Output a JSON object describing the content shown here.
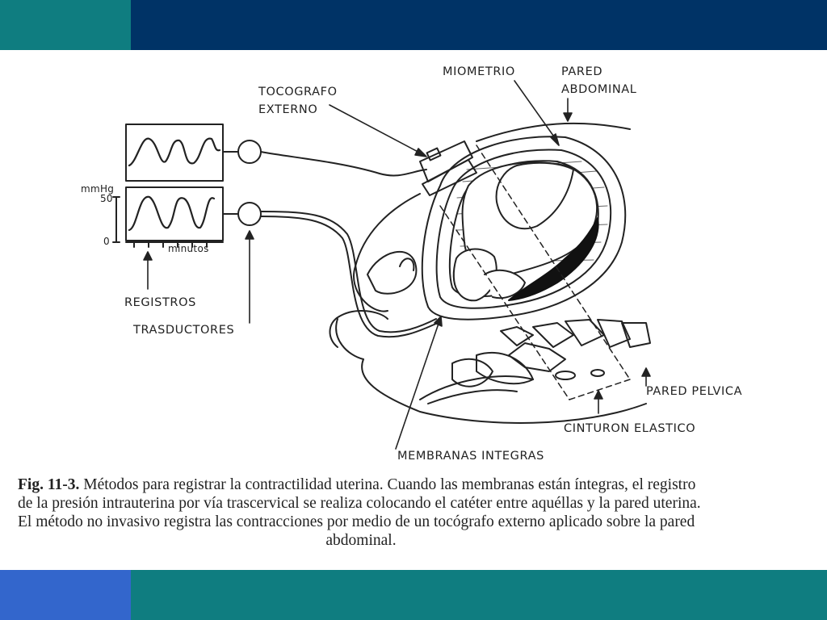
{
  "colors": {
    "top_left": "#0f7d80",
    "top_right": "#003366",
    "bottom_left": "#3366cc",
    "bottom_right": "#0f7d80",
    "ink": "#222222"
  },
  "labels": {
    "tocografo_1": "TOCOGRAFO",
    "tocografo_2": "EXTERNO",
    "miometrio": "MIOMETRIO",
    "pared_abd_1": "PARED",
    "pared_abd_2": "ABDOMINAL",
    "unit": "mmHg",
    "tick_50": "50",
    "tick_0": "0",
    "minutos": "minutos",
    "registros": "REGISTROS",
    "trasductores": "TRASDUCTORES",
    "pared_pelvica": "PARED PELVICA",
    "cinturon": "CINTURON ELASTICO",
    "membranas": "MEMBRANAS INTEGRAS"
  },
  "caption": {
    "fig_label": "Fig. 11-3.",
    "line1": "Métodos para registrar la contractilidad uterina. Cuando las membranas están íntegras, el registro",
    "line2": "de la presión intrauterina por vía trascervical se realiza colocando el catéter entre aquéllas y la pared uterina.",
    "line3": "El método no invasivo registra las contracciones por medio de un tocógrafo externo aplicado sobre la pared",
    "line4": "abdominal."
  }
}
